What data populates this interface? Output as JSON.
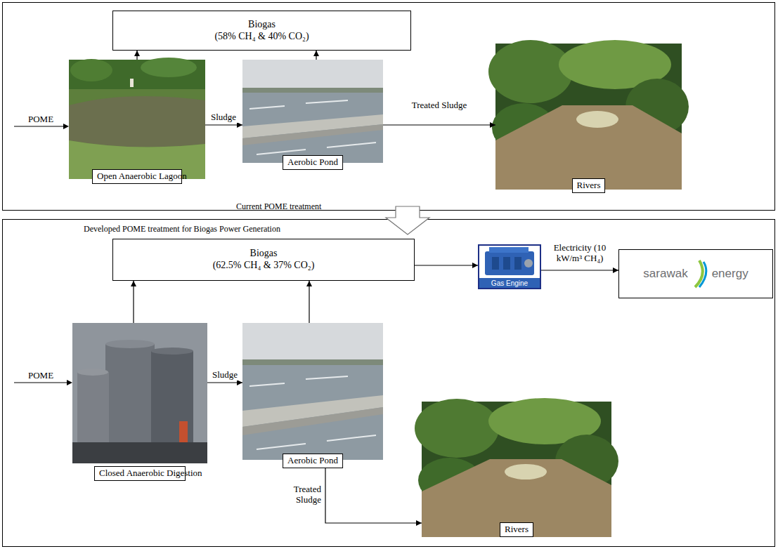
{
  "diagram": {
    "nodes": [
      {
        "text": [
          "Current POME treatment"
        ]
      },
      {
        "text": [
          "Biogas",
          "(58% CH₄ & 40% CO₂)"
        ],
        "in": 0
      },
      {
        "text": [
          "Open Anaerobic Lagoon"
        ],
        "in": 0
      },
      {
        "text": [
          "Aerobic Pond"
        ],
        "in": 0
      },
      {
        "text": [
          "Rivers"
        ],
        "in": 0
      },
      {
        "text": [
          "Developed POME treatment for Biogas Power Generation"
        ]
      },
      {
        "text": [
          "Biogas",
          "(62.5% CH₄ & 37% CO₂)"
        ],
        "in": 5
      },
      {
        "text": [
          "Closed Anaerobic Digestion"
        ],
        "in": 5
      },
      {
        "text": [
          "Aerobic Pond"
        ],
        "in": 5
      },
      {
        "text": [
          "Gas Engine"
        ],
        "in": 5
      },
      {
        "text": [
          "sarawak",
          "energy"
        ],
        "in": 5
      },
      {
        "text": [
          "Rivers"
        ],
        "in": 5
      }
    ],
    "edges": [
      {
        "from": 2,
        "to": 1,
        "arrow": "to"
      },
      {
        "from": 3,
        "to": 1,
        "arrow": "to"
      },
      {
        "from": 2,
        "to": 3,
        "arrow": "to",
        "label": "Sludge"
      },
      {
        "from": 3,
        "to": 4,
        "arrow": "to",
        "label": "Treated Sludge"
      },
      {
        "from": 7,
        "to": 6,
        "arrow": "to"
      },
      {
        "from": 8,
        "to": 6,
        "arrow": "to"
      },
      {
        "from": 7,
        "to": 8,
        "arrow": "to",
        "label": "Sludge"
      },
      {
        "from": 6,
        "to": 9,
        "arrow": "to"
      },
      {
        "from": 9,
        "to": 10,
        "arrow": "to",
        "label": "Electricity (10 kW/m³ CH₄)"
      },
      {
        "from": 8,
        "to": 11,
        "arrow": "to",
        "label": "Treated Sludge"
      }
    ],
    "labels": [
      "POME",
      "POME"
    ]
  }
}
